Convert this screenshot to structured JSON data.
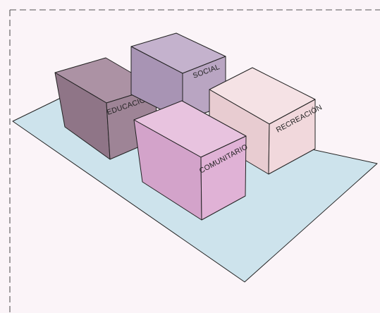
{
  "labels": {
    "educacion": "EDUCACIÓN",
    "social": "SOCIAL",
    "recreacion": "RECREACIÓN",
    "comunitario": "COMUNITARIO"
  },
  "colors": {
    "background": "#fbf4f8",
    "base_plane": "#cde3ec",
    "educacion_front": "#9e8496",
    "educacion_side": "#8f7587",
    "educacion_top": "#ac92a4",
    "social_front": "#b9a5c2",
    "social_side": "#a894b4",
    "social_top": "#c4b2cd",
    "recreacion_front": "#f1d8dc",
    "recreacion_side": "#e8ccd1",
    "recreacion_top": "#f5e2e5",
    "comunitario_front": "#e0b2d6",
    "comunitario_side": "#d3a3ca",
    "comunitario_top": "#e8c3df"
  }
}
